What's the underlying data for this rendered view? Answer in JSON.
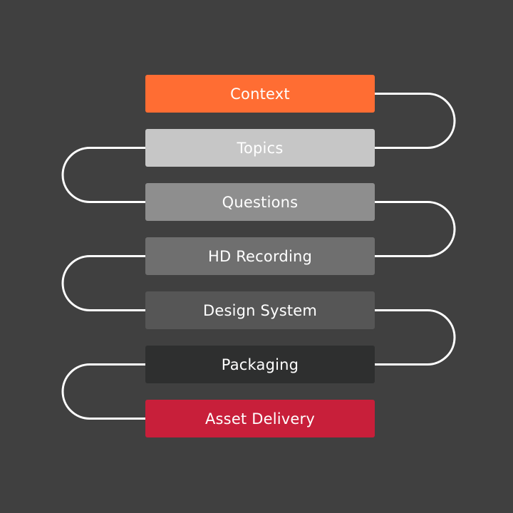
{
  "stages": [
    {
      "label": "Context",
      "bg": "#ff6d33",
      "fg": "#ffffff"
    },
    {
      "label": "Topics",
      "bg": "#c6c6c6",
      "fg": "#ffffff"
    },
    {
      "label": "Questions",
      "bg": "#8e8e8e",
      "fg": "#ffffff"
    },
    {
      "label": "HD Recording",
      "bg": "#6f6f6f",
      "fg": "#ffffff"
    },
    {
      "label": "Design System",
      "bg": "#565656",
      "fg": "#ffffff"
    },
    {
      "label": "Packaging",
      "bg": "#2e2f2f",
      "fg": "#ffffff"
    },
    {
      "label": "Asset Delivery",
      "bg": "#c81f3a",
      "fg": "#ffffff"
    }
  ],
  "colors": {
    "background": "#404040",
    "connector": "#ffffff"
  }
}
